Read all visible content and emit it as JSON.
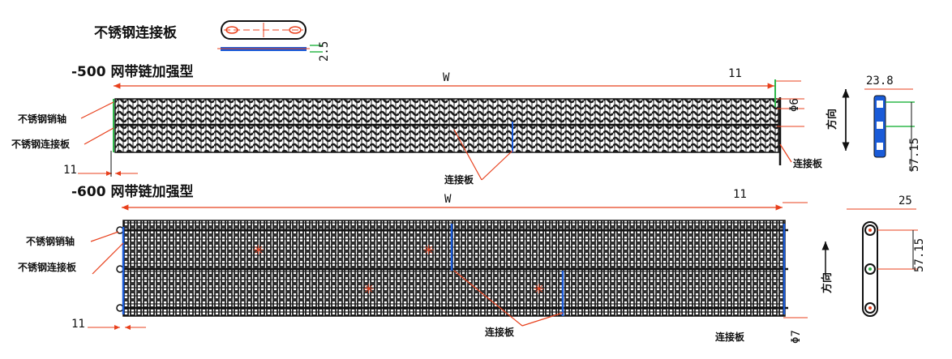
{
  "colors": {
    "dimension_line": "#e8401c",
    "pin_blue": "#1a5bd8",
    "edge_green": "#2fb84a",
    "mesh_dark": "#1b1b1b",
    "link_red": "#e8401c"
  },
  "plate_sample": {
    "title": "不锈钢连接板",
    "thickness_dim": "2.5"
  },
  "belt500": {
    "title": "-500 网带链加强型",
    "width_dim": "W",
    "end_dim": "11",
    "left_dim": "11",
    "pin_dia": "Φ6",
    "labels": {
      "pin": "不锈钢销轴",
      "plate": "不锈钢连接板",
      "joint": "连接板",
      "right_plate": "连接板"
    },
    "side": {
      "top_dim": "23.8",
      "pitch_dim": "57.15",
      "direction": "方向"
    }
  },
  "belt600": {
    "title": "-600 网带链加强型",
    "width_dim": "W",
    "end_dim": "11",
    "left_dim": "11",
    "pin_dia": "Φ7",
    "labels": {
      "pin": "不锈钢销轴",
      "plate": "不锈钢连接板",
      "joint": "连接板",
      "right_plate": "连接板"
    },
    "side": {
      "top_dim": "25",
      "pitch_dim": "57.15",
      "direction": "方向"
    }
  }
}
